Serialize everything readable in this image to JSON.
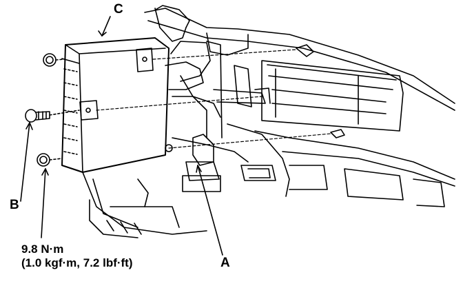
{
  "labels": {
    "a": "A",
    "b": "B",
    "c": "C"
  },
  "torque": {
    "line1": "9.8 N·m",
    "line2": "(1.0 kgf·m, 7.2 lbf·ft)"
  }
}
